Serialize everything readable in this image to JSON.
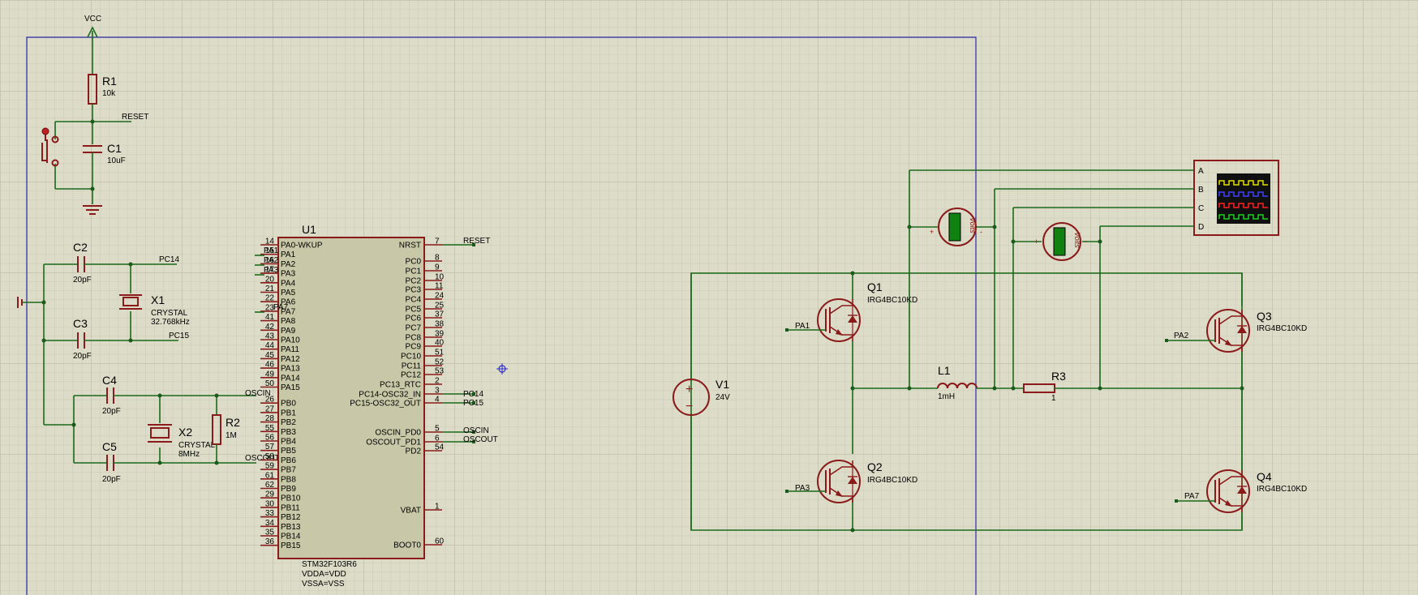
{
  "colors": {
    "background": "#dcdcc8",
    "wire": "#1a6b1a",
    "component": "#8b1a1a",
    "chip_fill": "#c8c8a8",
    "sheet_border": "#2a2aa8"
  },
  "power": {
    "vcc": "VCC"
  },
  "components": {
    "r1": {
      "ref": "R1",
      "value": "10k"
    },
    "c1": {
      "ref": "C1",
      "value": "10uF"
    },
    "c2": {
      "ref": "C2",
      "value": "20pF"
    },
    "c3": {
      "ref": "C3",
      "value": "20pF"
    },
    "c4": {
      "ref": "C4",
      "value": "20pF"
    },
    "c5": {
      "ref": "C5",
      "value": "20pF"
    },
    "x1": {
      "ref": "X1",
      "type": "CRYSTAL",
      "value": "32.768kHz"
    },
    "x2": {
      "ref": "X2",
      "type": "CRYSTAL",
      "value": "8MHz"
    },
    "r2": {
      "ref": "R2",
      "value": "1M"
    },
    "r3": {
      "ref": "R3",
      "value": "1"
    },
    "l1": {
      "ref": "L1",
      "value": "1mH"
    },
    "v1": {
      "ref": "V1",
      "value": "24V"
    },
    "q1": {
      "ref": "Q1",
      "value": "IRG4BC10KD"
    },
    "q2": {
      "ref": "Q2",
      "value": "IRG4BC10KD"
    },
    "q3": {
      "ref": "Q3",
      "value": "IRG4BC10KD"
    },
    "q4": {
      "ref": "Q4",
      "value": "IRG4BC10KD"
    }
  },
  "nets": {
    "reset": "RESET",
    "pc14": "PC14",
    "pc15": "PC15",
    "oscin": "OSCIN",
    "oscout": "OSCOUT",
    "pa1": "PA1",
    "pa2": "PA2",
    "pa3": "PA3",
    "pa7": "PA7"
  },
  "u1": {
    "ref": "U1",
    "part": "STM32F103R6",
    "notes": [
      "VDDA=VDD",
      "VSSA=VSS"
    ],
    "left_pins": [
      {
        "num": "14",
        "name": "PA0-WKUP"
      },
      {
        "num": "15",
        "name": "PA1"
      },
      {
        "num": "16",
        "name": "PA2"
      },
      {
        "num": "17",
        "name": "PA3"
      },
      {
        "num": "20",
        "name": "PA4"
      },
      {
        "num": "21",
        "name": "PA5"
      },
      {
        "num": "22",
        "name": "PA6"
      },
      {
        "num": "23",
        "name": "PA7"
      },
      {
        "num": "41",
        "name": "PA8"
      },
      {
        "num": "42",
        "name": "PA9"
      },
      {
        "num": "43",
        "name": "PA10"
      },
      {
        "num": "44",
        "name": "PA11"
      },
      {
        "num": "45",
        "name": "PA12"
      },
      {
        "num": "46",
        "name": "PA13"
      },
      {
        "num": "49",
        "name": "PA14"
      },
      {
        "num": "50",
        "name": "PA15"
      },
      {
        "num": "26",
        "name": "PB0"
      },
      {
        "num": "27",
        "name": "PB1"
      },
      {
        "num": "28",
        "name": "PB2"
      },
      {
        "num": "55",
        "name": "PB3"
      },
      {
        "num": "56",
        "name": "PB4"
      },
      {
        "num": "57",
        "name": "PB5"
      },
      {
        "num": "58",
        "name": "PB6"
      },
      {
        "num": "59",
        "name": "PB7"
      },
      {
        "num": "61",
        "name": "PB8"
      },
      {
        "num": "62",
        "name": "PB9"
      },
      {
        "num": "29",
        "name": "PB10"
      },
      {
        "num": "30",
        "name": "PB11"
      },
      {
        "num": "33",
        "name": "PB12"
      },
      {
        "num": "34",
        "name": "PB13"
      },
      {
        "num": "35",
        "name": "PB14"
      },
      {
        "num": "36",
        "name": "PB15"
      }
    ],
    "right_pins": [
      {
        "num": "7",
        "name": "NRST"
      },
      {
        "num": "8",
        "name": "PC0"
      },
      {
        "num": "9",
        "name": "PC1"
      },
      {
        "num": "10",
        "name": "PC2"
      },
      {
        "num": "11",
        "name": "PC3"
      },
      {
        "num": "24",
        "name": "PC4"
      },
      {
        "num": "25",
        "name": "PC5"
      },
      {
        "num": "37",
        "name": "PC6"
      },
      {
        "num": "38",
        "name": "PC7"
      },
      {
        "num": "39",
        "name": "PC8"
      },
      {
        "num": "40",
        "name": "PC9"
      },
      {
        "num": "51",
        "name": "PC10"
      },
      {
        "num": "52",
        "name": "PC11"
      },
      {
        "num": "53",
        "name": "PC12"
      },
      {
        "num": "2",
        "name": "PC13_RTC"
      },
      {
        "num": "3",
        "name": "PC14-OSC32_IN"
      },
      {
        "num": "4",
        "name": "PC15-OSC32_OUT"
      },
      {
        "num": "5",
        "name": "OSCIN_PD0"
      },
      {
        "num": "6",
        "name": "OSCOUT_PD1"
      },
      {
        "num": "54",
        "name": "PD2"
      },
      {
        "num": "1",
        "name": "VBAT"
      },
      {
        "num": "60",
        "name": "BOOT0"
      }
    ]
  },
  "scope": {
    "channels": [
      "A",
      "B",
      "C",
      "D"
    ],
    "trace_colors": [
      "#e0e000",
      "#4040ff",
      "#ff2020",
      "#20d020"
    ]
  },
  "voltmeter": {
    "label": "Volts",
    "plus": "+",
    "minus": "-"
  },
  "source": {
    "plus": "+",
    "minus": "−"
  }
}
